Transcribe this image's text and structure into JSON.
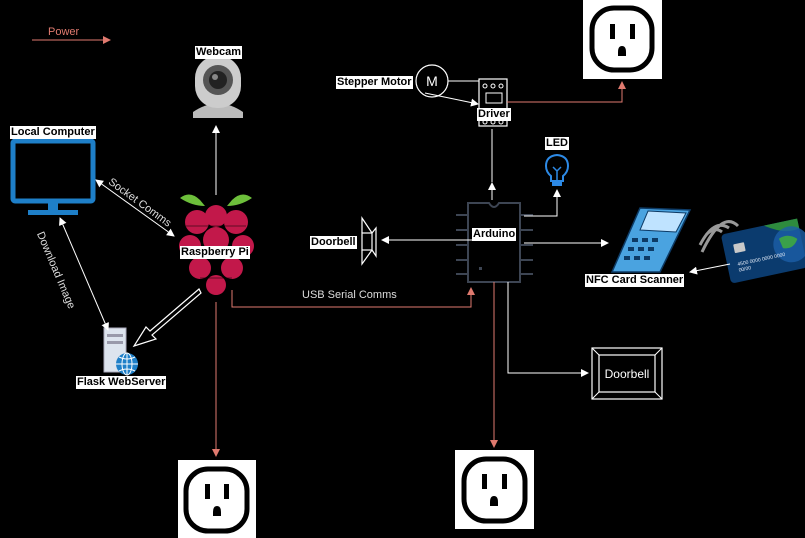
{
  "legend": {
    "label": "Power"
  },
  "nodes": {
    "webcam": "Webcam",
    "local_computer": "Local Computer",
    "raspberry_pi": "Raspberry Pi",
    "flask_webserver": "Flask WebServer",
    "stepper_motor": "Stepper Motor",
    "driver": "Driver",
    "led": "LED",
    "arduino": "Arduino",
    "doorbell_speaker": "Doorbell",
    "doorbell_box": "Doorbell",
    "nfc_scanner": "NFC Card Scanner",
    "card_number": "4500",
    "card_digits": "0000 0000 0000",
    "card_exp": "00/00"
  },
  "edges": {
    "socket_comms": "Socket Comms",
    "download_image": "Download Image",
    "usb_serial": "USB Serial Comms"
  },
  "colors": {
    "power_line": "#e07a6f",
    "data_line": "#ffffff",
    "background": "#000000",
    "monitor": "#1e7fc8",
    "pi_berry": "#c2184a",
    "pi_leaf": "#6dbf3b",
    "led": "#2d8ae6",
    "nfc": "#4aa3e0"
  }
}
